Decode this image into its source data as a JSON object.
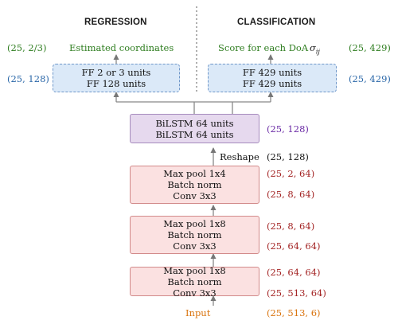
{
  "headers": {
    "regression": "REGRESSION",
    "classification": "CLASSIFICATION"
  },
  "regression": {
    "output_label": "Estimated coordinates",
    "output_shape": "(25, 2/3)",
    "ff_line1": "FF 2 or 3 units",
    "ff_line2": "FF 128 units",
    "ff_shape": "(25, 128)"
  },
  "classification": {
    "output_label": "Score for each DoA",
    "sigma_symbol": "σ",
    "sigma_subscript": "ij",
    "output_shape": "(25, 429)",
    "ff_line1": "FF 429 units",
    "ff_line2": "FF 429 units",
    "ff_shape": "(25, 429)"
  },
  "bilstm": {
    "line1": "BiLSTM 64 units",
    "line2": "BiLSTM 64 units",
    "shape": "(25, 128)"
  },
  "reshape": {
    "label": "Reshape",
    "shape": "(25, 128)"
  },
  "blocks": [
    {
      "line1": "Max pool 1x4",
      "line2": "Batch norm",
      "line3": "Conv 3x3",
      "shape_top": "(25, 2, 64)",
      "shape_bottom": "(25, 8, 64)"
    },
    {
      "line1": "Max pool 1x8",
      "line2": "Batch norm",
      "line3": "Conv 3x3",
      "shape_top": "(25, 8, 64)",
      "shape_bottom": "(25, 64, 64)"
    },
    {
      "line1": "Max pool 1x8",
      "line2": "Batch norm",
      "line3": "Conv 3x3",
      "shape_top": "(25, 64, 64)",
      "shape_bottom": "(25, 513, 64)"
    }
  ],
  "input": {
    "label": "Input",
    "shape": "(25, 513, 6)"
  },
  "colors": {
    "output_green": "#2e7d1f",
    "ff_blue": "#2a67a8",
    "bilstm_purple": "#6a2aa5",
    "shape_red": "#a32323",
    "input_orange": "#d9730d",
    "ff_fill": "#dbe9f8",
    "bilstm_fill": "#e6d9ee",
    "block_fill": "#fbe1e1"
  }
}
